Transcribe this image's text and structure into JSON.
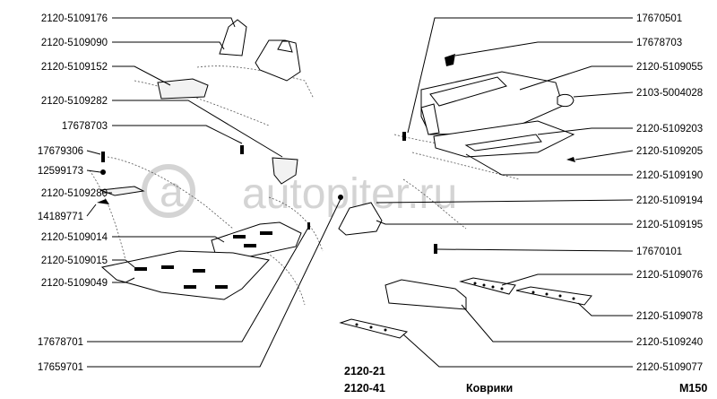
{
  "watermark": {
    "text": "autopiter.ru"
  },
  "labels_left": [
    "2120-5109176",
    "2120-5109090",
    "2120-5109152",
    "2120-5109282",
    "17678703",
    "17679306",
    "12599173",
    "2120-5109280",
    "14189771",
    "2120-5109014",
    "2120-5109015",
    "2120-5109049",
    "17678701",
    "17659701"
  ],
  "labels_right": [
    "17670501",
    "17678703",
    "2120-5109055",
    "2103-5004028",
    "2120-5109203",
    "2120-5109205",
    "2120-5109190",
    "2120-5109194",
    "2120-5109195",
    "17670101",
    "2120-5109076",
    "2120-5109078",
    "2120-5109240",
    "2120-5109077"
  ],
  "footer": {
    "model_1": "2120-21",
    "model_2": "2120-41",
    "section_title": "Коврики",
    "page_code": "M150"
  }
}
